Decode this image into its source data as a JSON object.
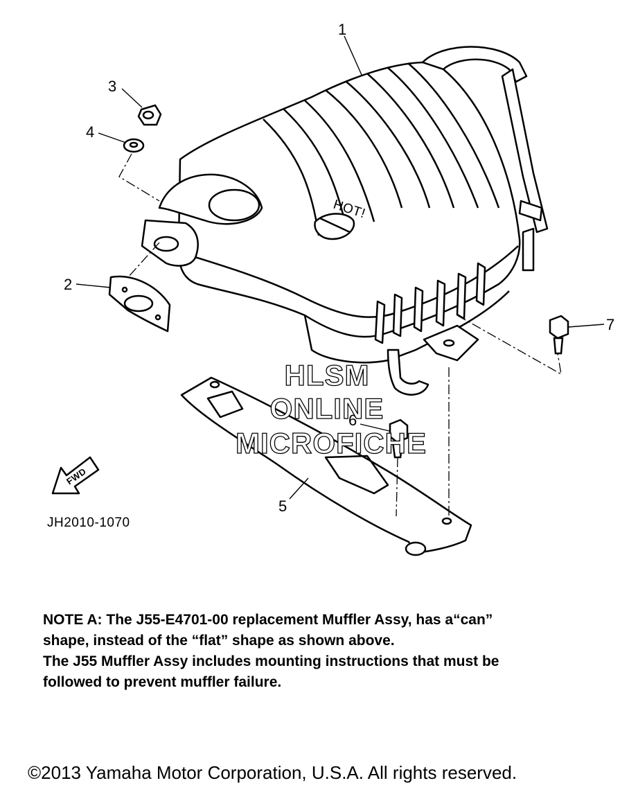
{
  "callouts": {
    "p1": "1",
    "p2": "2",
    "p3": "3",
    "p4": "4",
    "p5": "5",
    "p6": "6",
    "p7": "7"
  },
  "hot_label": "HOT!",
  "fwd_label": "FWD",
  "diagram_code": "JH2010-1070",
  "watermark": {
    "line1": "HLSM",
    "line2": "ONLINE",
    "line3": "MICROFICHE"
  },
  "note": {
    "line1": "NOTE A: The J55-E4701-00 replacement Muffler Assy, has a“can”",
    "line2": " shape, instead of the “flat” shape as shown above.",
    "line3": "The J55 Muffler Assy includes mounting instructions that must be",
    "line4": "followed to prevent muffler failure."
  },
  "copyright": "©2013 Yamaha Motor Corporation, U.S.A. All rights reserved."
}
